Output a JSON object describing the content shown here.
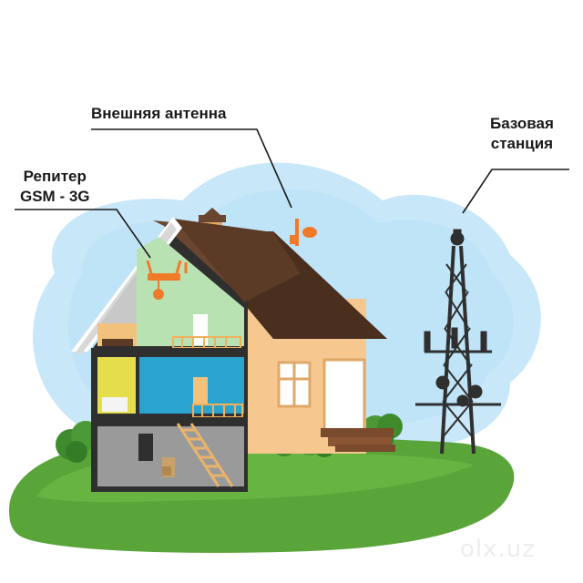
{
  "labels": {
    "antenna": "Внешняя антенна",
    "station_line1": "Базовая",
    "station_line2": "станция",
    "repeater_line1": "Репитер",
    "repeater_line2": "GSM - 3G"
  },
  "watermark": "olx.uz",
  "colors": {
    "sky": "#bfe3f7",
    "grass": "#5aa53a",
    "roof": "#5b3a26",
    "wall": "#f6c88f",
    "attic": "#b9e2b3",
    "middle_room": "#2aa3cf",
    "left_room": "#e6dd4d",
    "basement": "#9a9a9a",
    "repeater": "#f07a2a",
    "tower": "#2f2f2f"
  },
  "icons": [
    "antenna-icon",
    "repeater-icon",
    "tower-icon",
    "house-icon"
  ]
}
